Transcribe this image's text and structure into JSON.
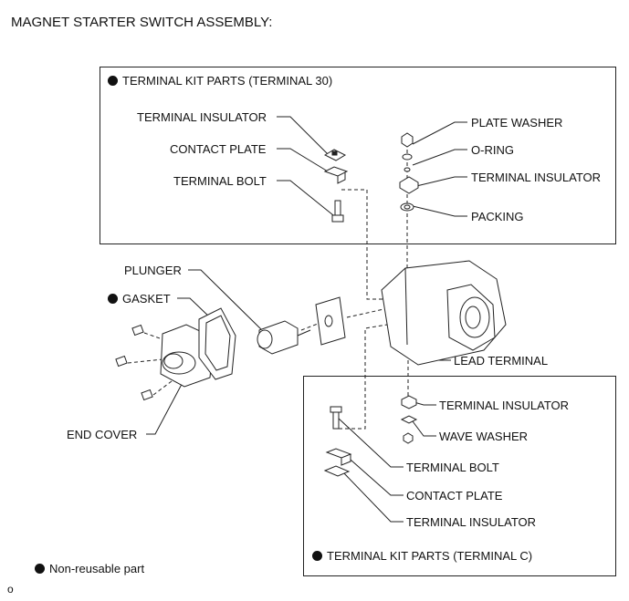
{
  "title": "MAGNET STARTER SWITCH ASSEMBLY:",
  "kit30": {
    "header": "TERMINAL KIT PARTS (TERMINAL 30)",
    "left_labels": [
      "TERMINAL INSULATOR",
      "CONTACT PLATE",
      "TERMINAL BOLT"
    ],
    "right_labels": [
      "PLATE WASHER",
      "O-RING",
      "TERMINAL INSULATOR",
      "PACKING"
    ]
  },
  "main": {
    "plunger": "PLUNGER",
    "gasket": "GASKET",
    "end_cover": "END COVER",
    "lead_terminal": "LEAD TERMINAL"
  },
  "kitC": {
    "header": "TERMINAL KIT PARTS (TERMINAL C)",
    "right_labels": [
      "TERMINAL INSULATOR",
      "WAVE WASHER"
    ],
    "bottom_labels": [
      "TERMINAL BOLT",
      "CONTACT PLATE",
      "TERMINAL INSULATOR"
    ]
  },
  "legend": "Non-reusable part",
  "figure_code": "o"
}
